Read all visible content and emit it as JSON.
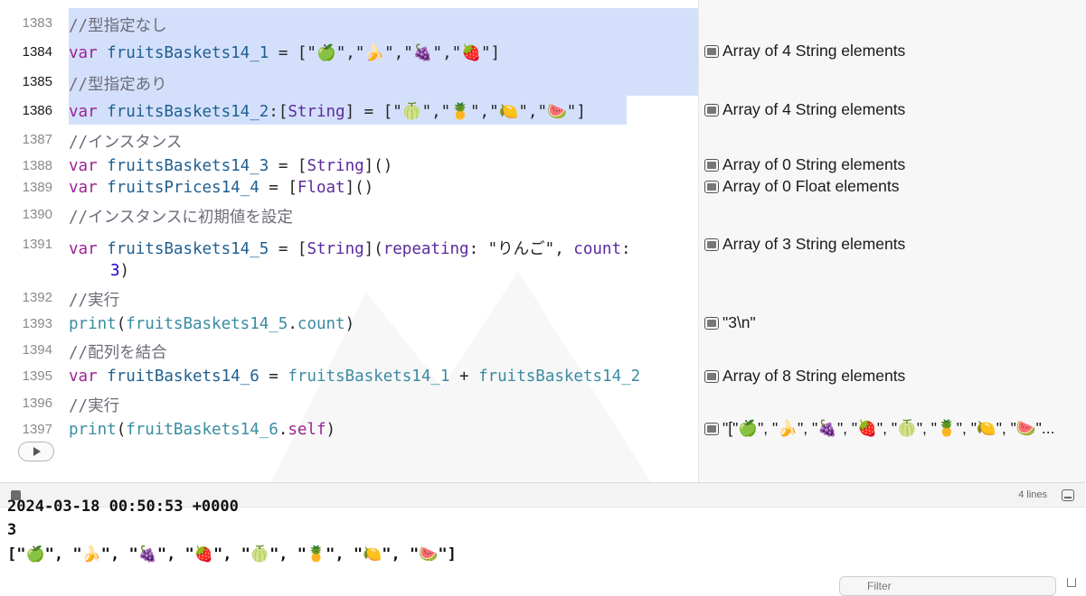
{
  "gutter": {
    "line_numbers": [
      "1383",
      "1384",
      "1385",
      "1386",
      "1387",
      "1388",
      "1389",
      "1390",
      "1391",
      "1392",
      "1393",
      "1394",
      "1395",
      "1396",
      "1397"
    ]
  },
  "code": {
    "l1383": {
      "comment": "//型指定なし"
    },
    "l1384": {
      "kw": "var",
      "id": "fruitsBaskets14_1",
      "op": " = ",
      "value": "[\"🍏\",\"🍌\",\"🍇\",\"🍓\"]"
    },
    "l1385": {
      "comment": "//型指定あり"
    },
    "l1386": {
      "kw": "var",
      "id": "fruitsBaskets14_2",
      "colon": ":[",
      "type": "String",
      "rest": "] = ",
      "value": "[\"🍈\",\"🍍\",\"🍋\",\"🍉\"]"
    },
    "l1387": {
      "comment": "//インスタンス"
    },
    "l1388": {
      "kw": "var",
      "id": "fruitsBaskets14_3",
      "op": " = [",
      "type": "String",
      "rest": "]()"
    },
    "l1389": {
      "kw": "var",
      "id": "fruitsPrices14_4",
      "op": " = [",
      "type": "Float",
      "rest": "]()"
    },
    "l1390": {
      "comment": "//インスタンスに初期値を設定"
    },
    "l1391": {
      "kw": "var",
      "id": "fruitsBaskets14_5",
      "op": " = [",
      "type": "String",
      "rest": "](",
      "param1": "repeating",
      "colon1": ": ",
      "str": "\"りんご\"",
      "comma": ", ",
      "param2": "count",
      "colon2": ":",
      "num": "3",
      "close": ")"
    },
    "l1392": {
      "comment": "//実行"
    },
    "l1393": {
      "fn": "print",
      "open": "(",
      "arg": "fruitsBaskets14_5",
      "dot": ".",
      "prop": "count",
      "close": ")"
    },
    "l1394": {
      "comment": "//配列を結合"
    },
    "l1395": {
      "kw": "var",
      "id": "fruitBaskets14_6",
      "op": " = ",
      "a": "fruitsBaskets14_1",
      "plus": " + ",
      "b": "fruitsBaskets14_2"
    },
    "l1396": {
      "comment": "//実行"
    },
    "l1397": {
      "fn": "print",
      "open": "(",
      "arg": "fruitBaskets14_6",
      "dot": ".",
      "prop": "self",
      "close": ")"
    }
  },
  "results": {
    "r1384": "Array of 4 String elements",
    "r1386": "Array of 4 String elements",
    "r1388": "Array of 0 String elements",
    "r1389": "Array of 0 Float elements",
    "r1391": "Array of 3 String elements",
    "r1393": "\"3\\n\"",
    "r1395": "Array of 8 String elements",
    "r1397": "\"[\"🍏\", \"🍌\", \"🍇\", \"🍓\", \"🍈\", \"🍍\", \"🍋\", \"🍉\"..."
  },
  "debug_bar": {
    "lines_label": "4 lines"
  },
  "console": {
    "line1": "2024-03-18 00:50:53 +0000",
    "line2": "3",
    "line3": "[\"🍏\", \"🍌\", \"🍇\", \"🍓\", \"🍈\", \"🍍\", \"🍋\", \"🍉\"]",
    "filter_placeholder": "Filter"
  },
  "colors": {
    "keyword": "#9b2393",
    "identifier": "#1f5f8f",
    "type": "#5b2a9c",
    "function": "#3a8ca1",
    "comment": "#6c6c7a",
    "string": "#c41a16",
    "number": "#1c00cf",
    "selection": "#d4e0fb"
  },
  "icons": {
    "run": "play-icon",
    "stop": "stop-icon",
    "quicklook": "quicklook-icon",
    "panel": "panel-toggle-icon",
    "trash": "trash-icon"
  }
}
